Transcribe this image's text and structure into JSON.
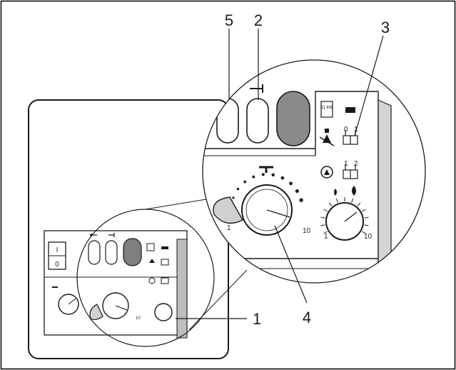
{
  "callouts": {
    "c5": "5",
    "c2": "2",
    "c3": "3",
    "c4": "4",
    "c1": "1"
  },
  "zoom_panel": {
    "kw_text": "11 kW",
    "switch_0": "0",
    "switch_1": "1",
    "switch2_1": "1",
    "switch2_2": "2",
    "dhw_dial": {
      "min_label": "1",
      "max_label": "10"
    },
    "boiler_dial": {
      "min_label": "1",
      "max_label": "10"
    }
  },
  "small_panel": {
    "power_switch_on": "I",
    "power_switch_off": "0",
    "dhw_dial_max": "10"
  },
  "colors": {
    "line": "#1a1a1a",
    "button_fill": "#8a8a8a",
    "led_fill": "#1a1a1a",
    "side_strip": "#bdbdbd",
    "frame": "#000000"
  }
}
